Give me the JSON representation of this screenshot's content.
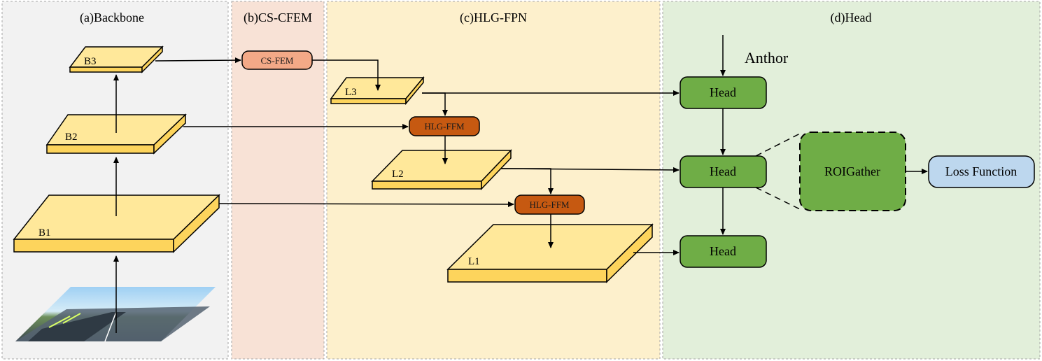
{
  "sections": {
    "backbone": "(a)Backbone",
    "cs_cfem": "(b)CS-CFEM",
    "hlg_fpn": "(c)HLG-FPN",
    "head": "(d)Head"
  },
  "backbone_layers": [
    "B1",
    "B2",
    "B3"
  ],
  "fpn_layers": [
    "L1",
    "L2",
    "L3"
  ],
  "modules": {
    "cs_fem": "CS-FEM",
    "hlg_ffm_top": "HLG-FFM",
    "hlg_ffm_bottom": "HLG-FFM"
  },
  "head": {
    "anchor_label": "Anthor",
    "heads": [
      "Head",
      "Head",
      "Head"
    ],
    "roigather": "ROIGather",
    "loss": "Loss Function"
  },
  "colors": {
    "backbone_bg": "#f2f2f2",
    "cs_bg": "#f8e2d6",
    "fpn_bg": "#fdf0cc",
    "head_bg": "#e2efda",
    "slab_top": "#ffe89a",
    "slab_side": "#fdd45c",
    "cs_fem_fill": "#f3a987",
    "hlg_fill": "#c65911",
    "head_fill": "#6fad46",
    "loss_fill": "#bdd7ee"
  }
}
